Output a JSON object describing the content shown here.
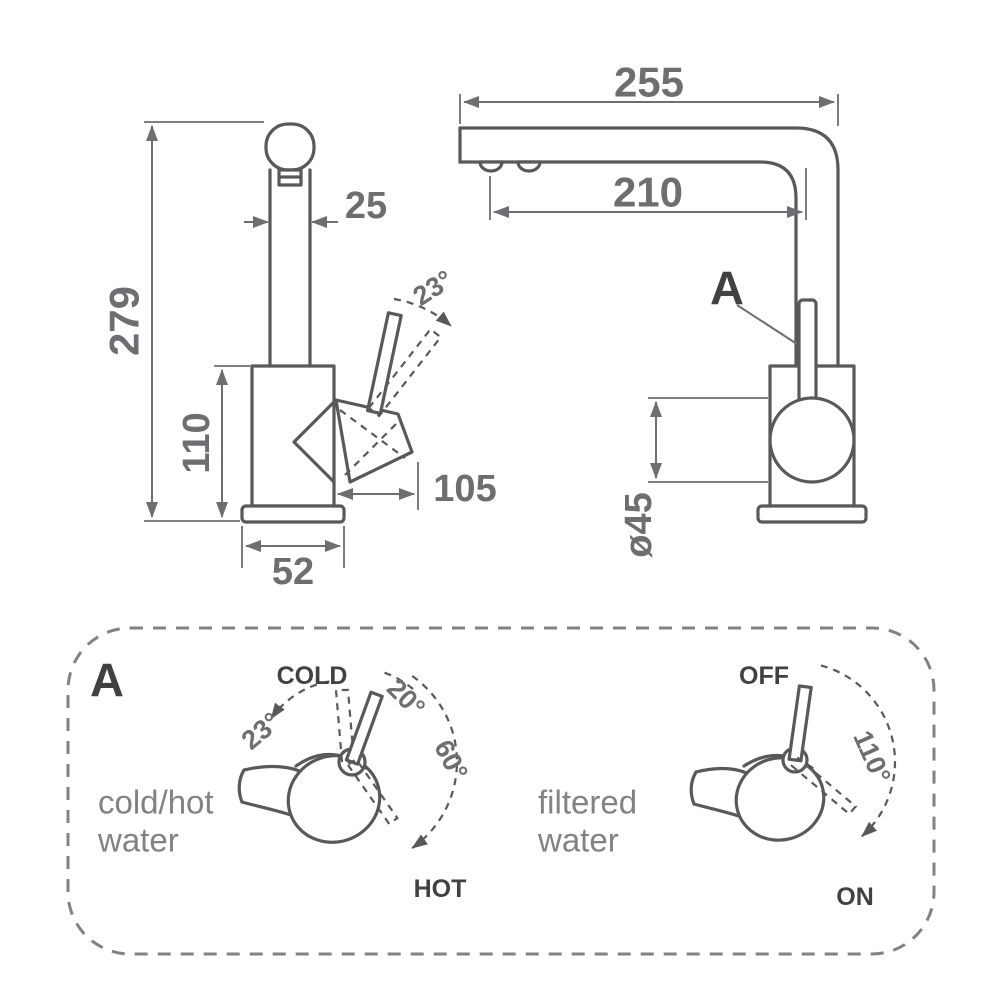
{
  "title": "Kitchen faucet dimensional drawing",
  "colors": {
    "outline": "#58595b",
    "dimension": "#6d6e71",
    "caption": "#808285",
    "label_dark": "#414042",
    "background": "#ffffff"
  },
  "left_view": {
    "height": "279",
    "spout_width": "25",
    "body_height": "110",
    "handle_reach": "105",
    "base_width": "52",
    "handle_angle": "23°"
  },
  "right_view": {
    "total_reach": "255",
    "spout_reach": "210",
    "detail_ref": "A",
    "body_diameter": "ø45"
  },
  "detail": {
    "ref": "A",
    "cold_hot": {
      "caption_1": "cold/hot",
      "caption_2": "water",
      "cold": "COLD",
      "hot": "HOT",
      "tilt_angle": "23°",
      "angle_small": "20°",
      "angle_large": "60°"
    },
    "filtered": {
      "caption_1": "filtered",
      "caption_2": "water",
      "off": "OFF",
      "on": "ON",
      "angle": "110°"
    }
  }
}
